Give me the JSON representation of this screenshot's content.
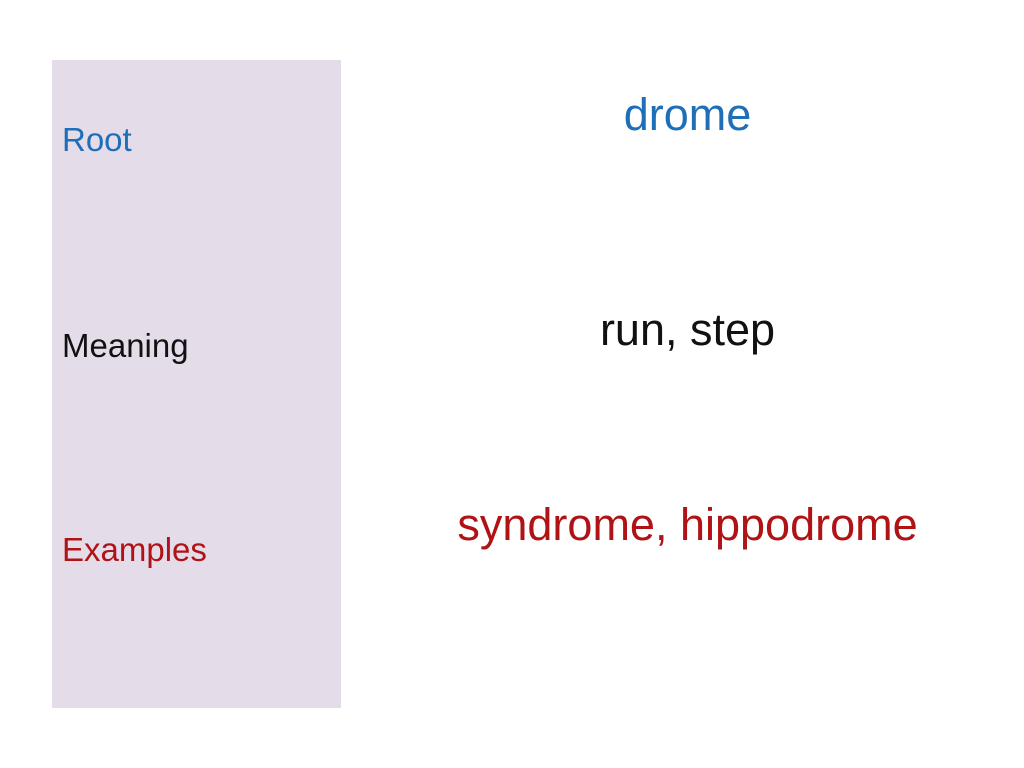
{
  "colors": {
    "sidebar_bg": "#e5dcea",
    "root": "#1f6fb8",
    "meaning": "#111111",
    "examples": "#b01316"
  },
  "labels": {
    "root": "Root",
    "meaning": "Meaning",
    "examples": "Examples"
  },
  "values": {
    "root": "drome",
    "meaning": "run, step",
    "examples": "syndrome, hippodrome"
  }
}
